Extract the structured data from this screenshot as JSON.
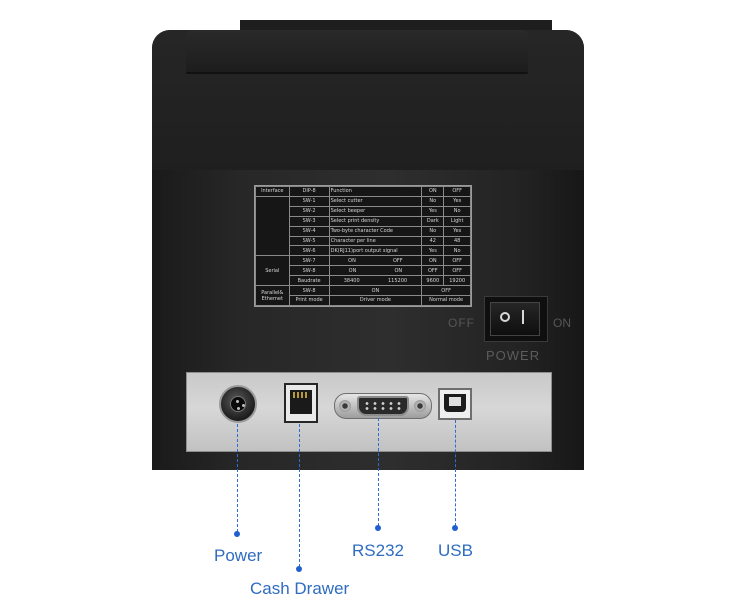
{
  "label_table": {
    "header": [
      "Interface",
      "DIP-8",
      "Function",
      "ON",
      "OFF"
    ],
    "rows": [
      [
        "",
        "SW-1",
        "Select cutter",
        "No",
        "Yes"
      ],
      [
        "",
        "SW-2",
        "Select beeper",
        "Yes",
        "No"
      ],
      [
        "",
        "SW-3",
        "Select print density",
        "Dark",
        "Light"
      ],
      [
        "",
        "SW-4",
        "Two-byte character Code",
        "No",
        "Yes"
      ],
      [
        "",
        "SW-5",
        "Character per line",
        "42",
        "48"
      ],
      [
        "",
        "SW-6",
        "DK(RJ11)port output signal",
        "Yes",
        "No"
      ]
    ],
    "serial_label": "Serial",
    "sw7": [
      "SW-7",
      "ON",
      "OFF",
      "ON",
      "OFF"
    ],
    "sw8": [
      "SW-8",
      "ON",
      "ON",
      "OFF",
      "OFF"
    ],
    "baud": [
      "Baudrate",
      "38400",
      "115200",
      "9600",
      "19200"
    ],
    "parallel_label": "Parallel&\nEthemet",
    "sw9": [
      "SW-8",
      "ON",
      "OFF"
    ],
    "print_mode": [
      "Print mode",
      "Driver mode",
      "Normal mode"
    ]
  },
  "switch": {
    "off": "OFF",
    "on": "ON",
    "power": "POWER"
  },
  "callouts": {
    "power": "Power",
    "cash_drawer": "Cash Drawer",
    "rs232": "RS232",
    "usb": "USB"
  },
  "colors": {
    "callout": "#2f6cc0",
    "printer_body": "#262626",
    "port_panel": "#d0d0d0"
  }
}
